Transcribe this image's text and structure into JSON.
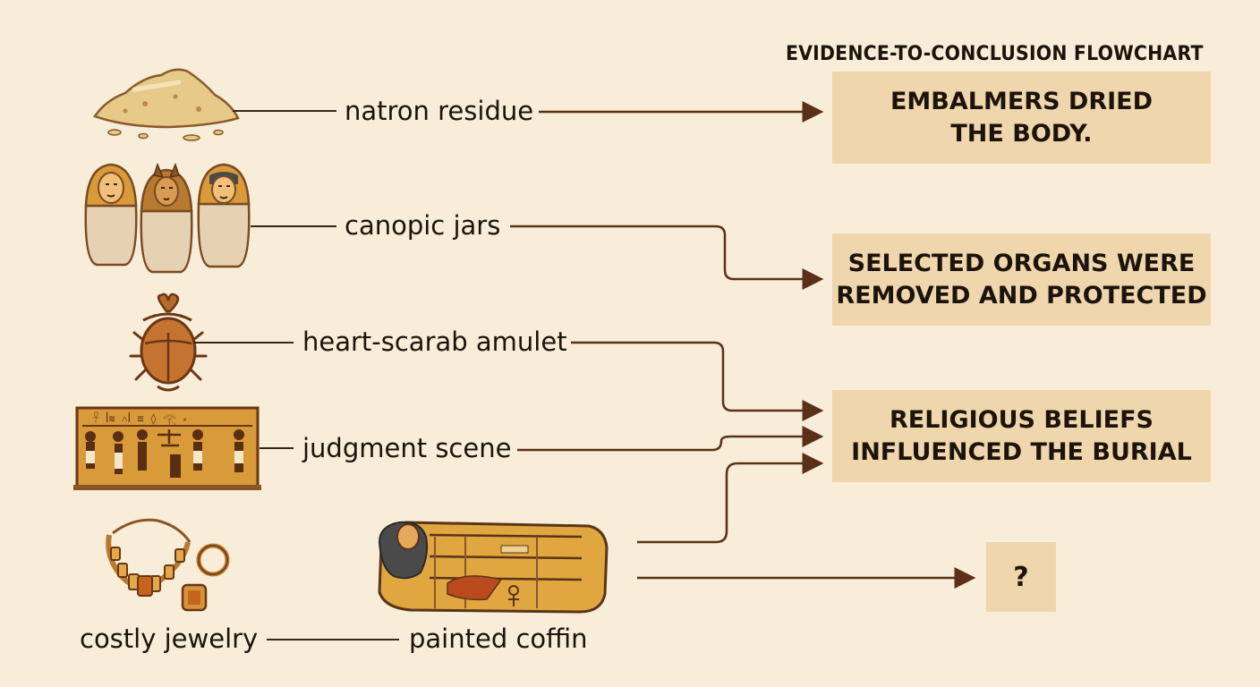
{
  "title": "EVIDENCE-TO-CONCLUSION FLOWCHART",
  "evidence": {
    "natron": "natron residue",
    "canopic": "canopic jars",
    "scarab": "heart-scarab amulet",
    "judgment": "judgment scene",
    "jewelry": "costly jewelry",
    "coffin": "painted coffin"
  },
  "conclusions": {
    "dried": "EMBALMERS DRIED\nTHE BODY.",
    "organs": "SELECTED ORGANS WERE\nREMOVED AND PROTECTED",
    "religious": "RELIGIOUS BELIEFS\nINFLUENCED THE BURIAL",
    "unknown": "?"
  },
  "colors": {
    "background": "#f8edd8",
    "box_fill": "#efd6ad",
    "arrow": "#5c3018",
    "connector": "#3a2616"
  },
  "icons": [
    "natron-pile-icon",
    "canopic-jars-icon",
    "heart-scarab-icon",
    "judgment-scene-icon",
    "jewelry-icon",
    "painted-coffin-icon"
  ]
}
